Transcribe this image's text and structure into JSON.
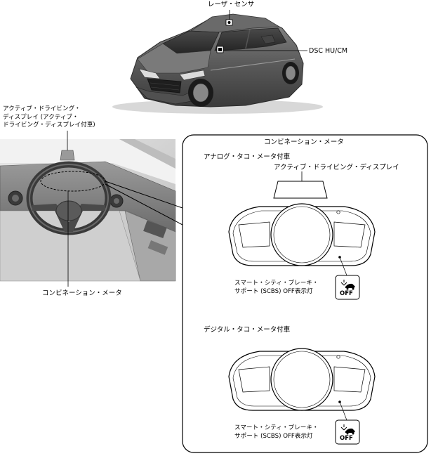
{
  "labels": {
    "laser_sensor": "レーザ・センサ",
    "dsc_hu_cm": "DSC HU/CM",
    "active_display_with": [
      "アクティブ・ドライビング・",
      "ディスプレイ (アクティブ・",
      "ドライビング・ディスプレイ付車)"
    ],
    "combination_meter_bottom": "コンビネーション・メータ"
  },
  "panel": {
    "title": "コンビネーション・メータ",
    "analog_heading": "アナログ・タコ・メータ付車",
    "active_display": "アクティブ・ドライビング・ディスプレイ",
    "digital_heading": "デジタル・タコ・メータ付車",
    "indicator_label_1": [
      "スマート・シティ・ブレーキ・",
      "サポート (SCBS) OFF表示灯"
    ],
    "indicator_label_2": [
      "スマート・シティ・ブレーキ・",
      "サポート (SCBS) OFF表示灯"
    ],
    "off_text": "OFF"
  }
}
